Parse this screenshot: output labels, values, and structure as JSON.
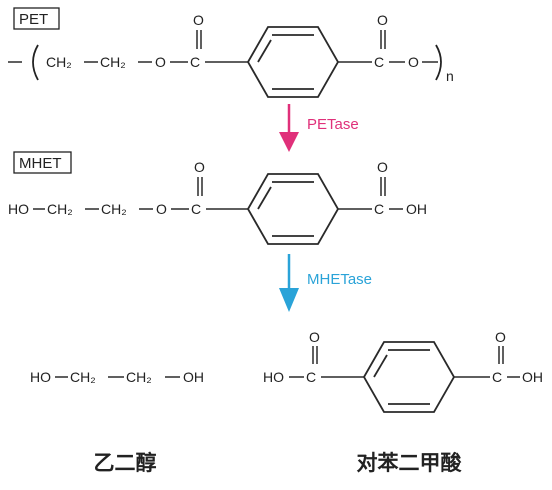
{
  "labels": {
    "pet": "PET",
    "mhet": "MHET"
  },
  "pet_chain": {
    "ch2_a": "CH₂",
    "ch2_b": "CH₂",
    "o_left": "O",
    "c_left": "C",
    "o_carbonyl_left": "O",
    "c_right": "C",
    "o_carbonyl_right": "O",
    "o_right": "O",
    "repeat": "n"
  },
  "mhet_chain": {
    "ho": "HO",
    "ch2_a": "CH₂",
    "ch2_b": "CH₂",
    "o_left": "O",
    "c_left": "C",
    "o_carbonyl_left": "O",
    "c_right": "C",
    "o_carbonyl_right": "O",
    "oh": "OH"
  },
  "enzymes": {
    "petase": {
      "label": "PETase",
      "color": "#e0307a"
    },
    "mhetase": {
      "label": "MHETase",
      "color": "#2aa3d8"
    }
  },
  "products": {
    "ethylene_glycol": {
      "formula": {
        "ho": "HO",
        "ch2_a": "CH₂",
        "ch2_b": "CH₂",
        "oh": "OH"
      },
      "name": "乙二醇"
    },
    "terephthalic_acid": {
      "formula": {
        "ho": "HO",
        "c_left": "C",
        "o_carbonyl_left": "O",
        "c_right": "C",
        "o_carbonyl_right": "O",
        "oh": "OH"
      },
      "name": "对苯二甲酸"
    }
  }
}
